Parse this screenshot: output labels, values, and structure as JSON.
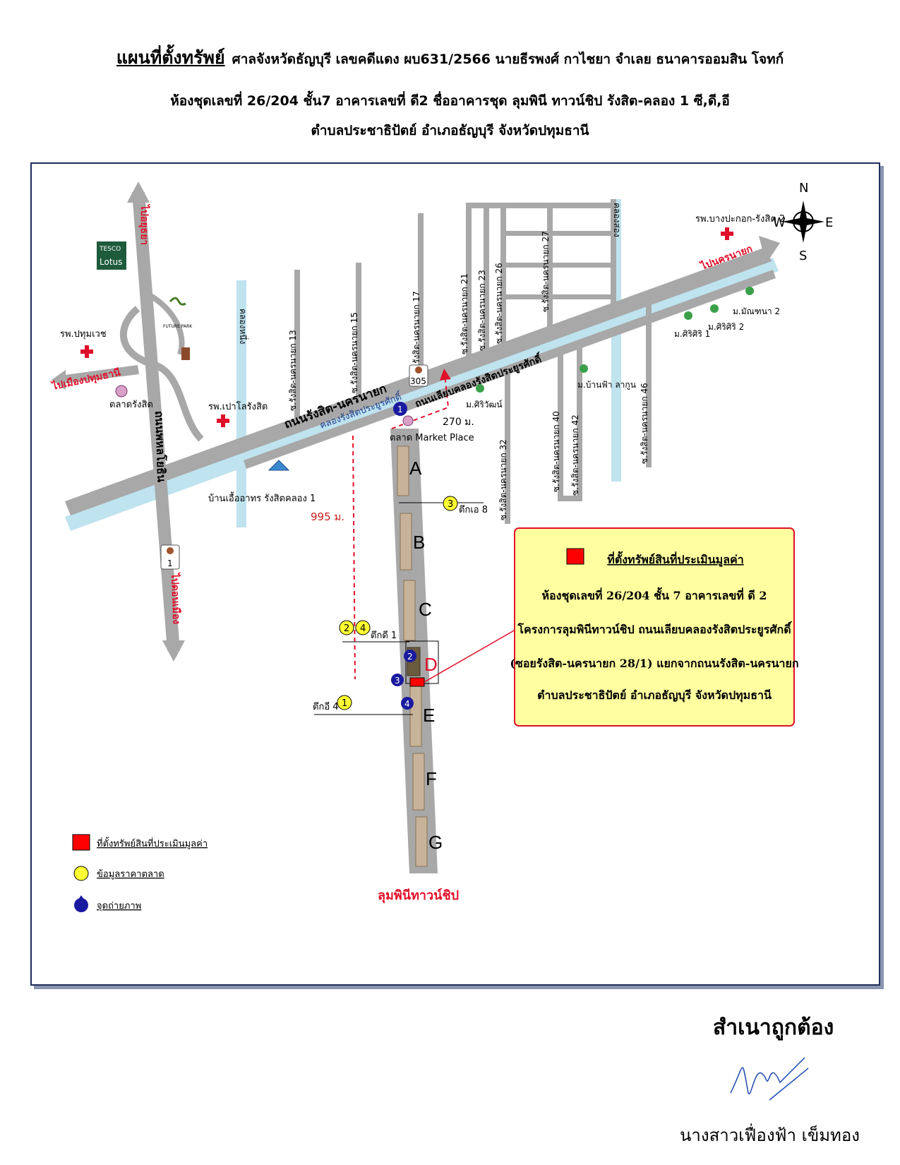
{
  "header": {
    "title_lead": "แผนที่ตั้งทรัพย์",
    "title_rest": "ศาลจังหวัดธัญบุรี เลขคดีแดง ผบ631/2566 นายธีรพงศ์ กาไชยา จำเลย ธนาคารออมสิน โจทก์",
    "line2": "ห้องชุดเลขที่ 26/204 ชั้น7 อาคารเลขที่ ดี2 ชื่ออาคารชุด ลุมพินี ทาวน์ชิป รังสิต-คลอง 1 ซี,ดี,อี",
    "line3": "ตำบลประชาธิปัตย์ อำเภอธัญบุรี จังหวัดปทุมธานี"
  },
  "map": {
    "compass": {
      "n": "N",
      "s": "S",
      "e": "E",
      "w": "W"
    },
    "roads": {
      "main": "ถนนรังสิต-นครนายก",
      "canal_main": "คลองรังสิตประยูรศักดิ์",
      "frontage": "ถนนเลียบคลองรังสิตประยูรศักดิ์",
      "phahonyothin": "ถนนพหลโยธิน",
      "canal_1": "คลองหนึ่ง",
      "canal_2": "คลองสอง"
    },
    "route_shields": {
      "r305": "305",
      "r1": "1"
    },
    "directions": {
      "ayutthaya": "ไปอยุธยา",
      "pathum": "ไปเมืองปทุมธานี",
      "nakhon_nayok": "ไปนครนายก",
      "don_mueang": "ไปดอนเมือง"
    },
    "sois": {
      "s13": "ซ.รังสิต-นครนายก 13",
      "s15": "ซ.รังสิต-นครนายก 15",
      "s17": "ซ.รังสิต-นครนายก 17",
      "s21": "ซ.รังสิต-นครนายก 21",
      "s23": "ซ.รังสิต-นครนายก 23",
      "s26": "ซ.รังสิต-นครนายก 26",
      "s27": "ซ.รังสิต-นครนายก 27",
      "s32": "ซ.รังสิต-นครนายก 32",
      "s40": "ซ.รังสิต-นครนายก 40",
      "s42": "ซ.รังสิต-นครนายก 42",
      "s46": "ซ.รังสิต-นครนายก 46"
    },
    "places": {
      "tesco_top": "TESCO",
      "tesco_bottom": "Lotus",
      "future_park": "FUTURE PARK",
      "hospital_pathumvech": "รพ.ปทุมเวช",
      "hospital_paolo": "รพ.เปาโลรังสิต",
      "hospital_bangpakok": "รพ.บางปะกอก-รังสิต 2",
      "market_rangsit": "ตลาดรังสิต",
      "market_place": "ตลาด Market Place",
      "ban_ua_athorn": "บ้านเอื้ออาทร รังสิตคลอง 1",
      "m_siriwat": "ม.ศิริวัฒน์",
      "m_banfa": "ม.บ้านฟ้า ลากูน",
      "m_sisiri1": "ม.ศิริศิริ 1",
      "m_sisiri2": "ม.ศิริศิริ 2",
      "m_manthana": "ม.มัณฑนา 2"
    },
    "distances": {
      "d270": "270 ม.",
      "d995": "995 ม."
    },
    "buildings": [
      "A",
      "B",
      "C",
      "D",
      "E",
      "F",
      "G"
    ],
    "project_name": "ลุมพินีทาวน์ชิป",
    "comparables": {
      "c3": {
        "num": "3",
        "label": "ตึกเอ 8"
      },
      "c2": "2",
      "c4": "4",
      "c24_label": "ตึกดี 1",
      "c1": {
        "num": "1",
        "label": "ตึกอี 4"
      }
    },
    "photo_points": [
      "1",
      "2",
      "3",
      "4"
    ],
    "info_box": {
      "heading": "ที่ตั้งทรัพย์สินที่ประเมินมูลค่า",
      "line1": "ห้องชุดเลขที่ 26/204 ชั้น 7 อาคารเลขที่ ดี 2",
      "line2": "โครงการลุมพินีทาวน์ชิป ถนนเลียบคลองรังสิตประยูรศักดิ์",
      "line3": "(ซอยรังสิต-นครนายก 28/1) แยกจากถนนรังสิต-นครนายก",
      "line4": "ตำบลประชาธิปัตย์ อำเภอธัญบุรี จังหวัดปทุมธานี"
    },
    "legend": {
      "subject": "ที่ตั้งทรัพย์สินที่ประเมินมูลค่า",
      "market": "ข้อมูลราคาตลาด",
      "photo": "จุดถ่ายภาพ"
    },
    "colors": {
      "road": "#a8a8a8",
      "canal": "#bfe3ef",
      "subject": "#ff0000",
      "comparable": "#ffff33",
      "photo": "#1a1aa0",
      "info_bg": "#ffffa0",
      "direction": "#e0102a"
    }
  },
  "footer": {
    "certify": "สำเนาถูกต้อง",
    "signer": "นางสาวเฟื่องฟ้า  เข็มทอง"
  }
}
